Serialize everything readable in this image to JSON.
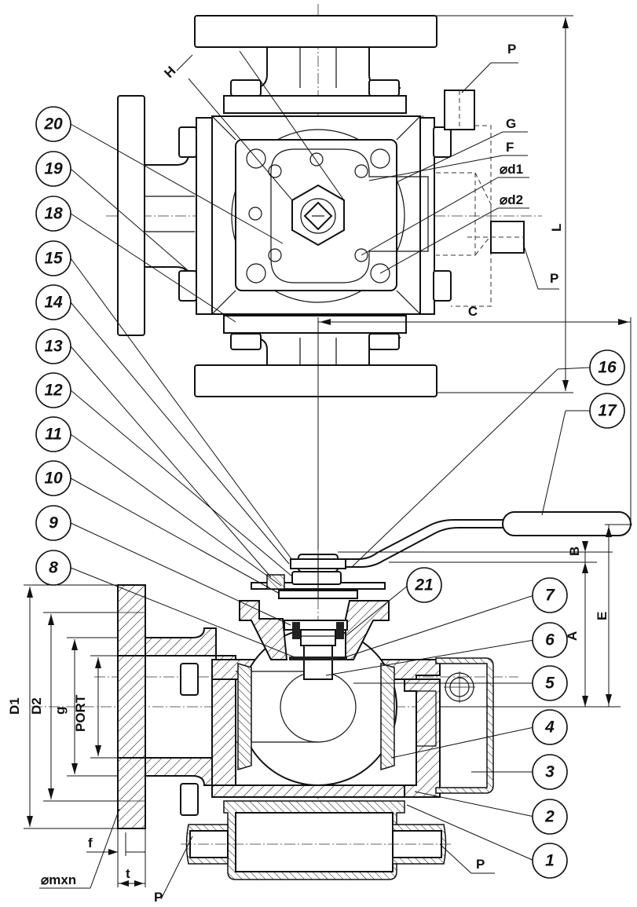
{
  "callouts": [
    {
      "id": "c1",
      "text": "1"
    },
    {
      "id": "c2",
      "text": "2"
    },
    {
      "id": "c3",
      "text": "3"
    },
    {
      "id": "c4",
      "text": "4"
    },
    {
      "id": "c5",
      "text": "5"
    },
    {
      "id": "c6",
      "text": "6"
    },
    {
      "id": "c7",
      "text": "7"
    },
    {
      "id": "c8",
      "text": "8"
    },
    {
      "id": "c9",
      "text": "9"
    },
    {
      "id": "c10",
      "text": "10"
    },
    {
      "id": "c11",
      "text": "11"
    },
    {
      "id": "c12",
      "text": "12"
    },
    {
      "id": "c13",
      "text": "13"
    },
    {
      "id": "c14",
      "text": "14"
    },
    {
      "id": "c15",
      "text": "15"
    },
    {
      "id": "c16",
      "text": "16"
    },
    {
      "id": "c17",
      "text": "17"
    },
    {
      "id": "c18",
      "text": "18"
    },
    {
      "id": "c19",
      "text": "19"
    },
    {
      "id": "c20",
      "text": "20"
    },
    {
      "id": "c21",
      "text": "21"
    }
  ],
  "labels": {
    "H": "H",
    "G": "G",
    "F": "F",
    "d1": "⌀d1",
    "d2": "⌀d2",
    "L": "L",
    "P_top": "P",
    "P_right": "P",
    "C": "C",
    "B": "B",
    "E": "E",
    "A": "A",
    "D1": "D1",
    "D2": "D2",
    "g": "g",
    "PORT": "PORT",
    "f": "f",
    "t": "t",
    "mxn": "⌀mxn",
    "P_bottom_left": "P",
    "P_bottom_right": "P"
  }
}
